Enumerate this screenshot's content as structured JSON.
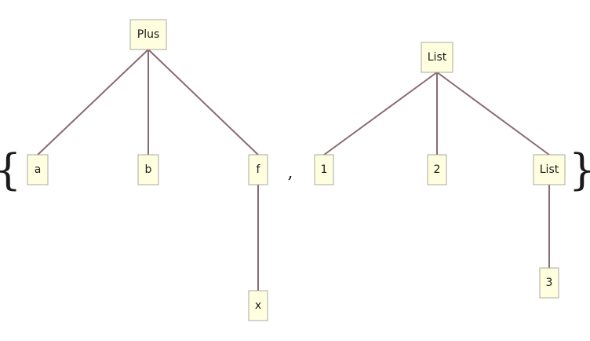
{
  "delimiters": {
    "open_brace": "{",
    "separator": ",",
    "close_brace": "}"
  },
  "colors": {
    "edge": "#8c6a72",
    "node_fill": "#ffffe0",
    "node_border": "#a8a8a0"
  },
  "trees": [
    {
      "id": "tree-plus",
      "nodes": [
        {
          "id": "plus",
          "label": "Plus",
          "parent": null
        },
        {
          "id": "a",
          "label": "a",
          "parent": "plus"
        },
        {
          "id": "b",
          "label": "b",
          "parent": "plus"
        },
        {
          "id": "f",
          "label": "f",
          "parent": "plus"
        },
        {
          "id": "x",
          "label": "x",
          "parent": "f"
        }
      ]
    },
    {
      "id": "tree-list",
      "nodes": [
        {
          "id": "list-root",
          "label": "List",
          "parent": null
        },
        {
          "id": "one",
          "label": "1",
          "parent": "list-root"
        },
        {
          "id": "two",
          "label": "2",
          "parent": "list-root"
        },
        {
          "id": "list-inner",
          "label": "List",
          "parent": "list-root"
        },
        {
          "id": "three",
          "label": "3",
          "parent": "list-inner"
        }
      ]
    }
  ]
}
